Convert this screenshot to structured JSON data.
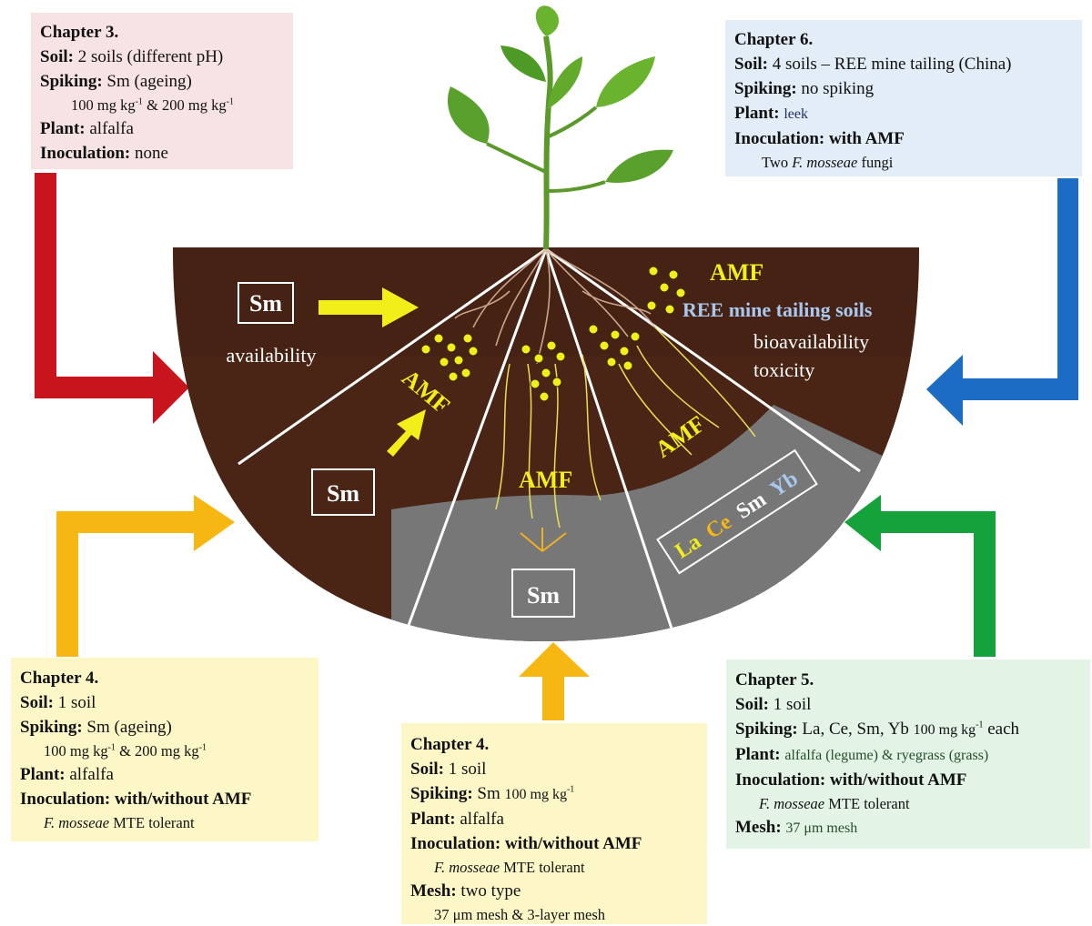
{
  "colors": {
    "soil_brown": "#4a2415",
    "mesh_gray": "#777777",
    "amf_yellow": "#f2ee1a",
    "arrow_red": "#c8141c",
    "arrow_blue": "#1c6cc4",
    "arrow_orange": "#f7b712",
    "arrow_green": "#16a23a",
    "ree_blue": "#a9c8ef",
    "leaf_green": "#5aa02c"
  },
  "diagram": {
    "sm": "Sm",
    "availability": "availability",
    "amf": "AMF",
    "ree_soils": "REE mine tailing soils",
    "bioavailability": "bioavailability",
    "toxicity": "toxicity",
    "elements": [
      "La",
      "Ce",
      "Sm",
      "Yb"
    ]
  },
  "ch3": {
    "title": "Chapter 3.",
    "soil_label": "Soil:",
    "soil_value": "2 soils (different pH)",
    "spiking_label": "Spiking:",
    "spiking_value": "Sm (ageing)",
    "dose_a": "100 mg kg",
    "dose_sup": "-1",
    "dose_mid": " & 200 mg kg",
    "plant_label": "Plant:",
    "plant_value": "alfalfa",
    "inoc_label": "Inoculation:",
    "inoc_value": "none"
  },
  "ch6": {
    "title": "Chapter 6.",
    "soil_label": "Soil:",
    "soil_value": "4 soils – REE mine tailing (China)",
    "spiking_label": "Spiking:",
    "spiking_value": "no spiking",
    "plant_label": "Plant:",
    "plant_value": "leek",
    "inoc_label": "Inoculation: with AMF",
    "fungi_pre": "Two ",
    "fungi_species": "F. mosseae",
    "fungi_post": " fungi"
  },
  "ch4a": {
    "title": "Chapter 4.",
    "soil_label": "Soil:",
    "soil_value": "1 soil",
    "spiking_label": "Spiking:",
    "spiking_value": "Sm (ageing)",
    "dose_a": "100 mg kg",
    "dose_sup": "-1",
    "dose_mid": " & 200 mg kg",
    "plant_label": "Plant:",
    "plant_value": "alfalfa",
    "inoc_label": "Inoculation: with/without AMF",
    "fungus_species": "F. mosseae",
    "fungus_post": " MTE tolerant"
  },
  "ch4b": {
    "title": "Chapter 4.",
    "soil_label": "Soil:",
    "soil_value": "1 soil",
    "spiking_label": "Spiking:",
    "spiking_value": "Sm ",
    "spiking_dose": "100 mg kg",
    "dose_sup": "-1",
    "plant_label": "Plant:",
    "plant_value": "alfalfa",
    "inoc_label": "Inoculation: with/without AMF",
    "fungus_species": "F. mosseae",
    "fungus_post": " MTE tolerant",
    "mesh_label": "Mesh:",
    "mesh_value": "two type",
    "mesh_detail": "37 μm mesh & 3-layer mesh"
  },
  "ch5": {
    "title": "Chapter 5.",
    "soil_label": "Soil:",
    "soil_value": "1 soil",
    "spiking_label": "Spiking:",
    "spiking_value": "La, Ce, Sm, Yb ",
    "spiking_dose": "100 mg kg",
    "dose_sup": "-1",
    "spiking_each": " each",
    "plant_label": "Plant:",
    "plant_value": "alfalfa (legume) & ryegrass (grass)",
    "inoc_label": "Inoculation: with/without AMF",
    "fungus_species": "F. mosseae",
    "fungus_post": " MTE tolerant",
    "mesh_label": "Mesh:",
    "mesh_value": "37 μm mesh"
  }
}
